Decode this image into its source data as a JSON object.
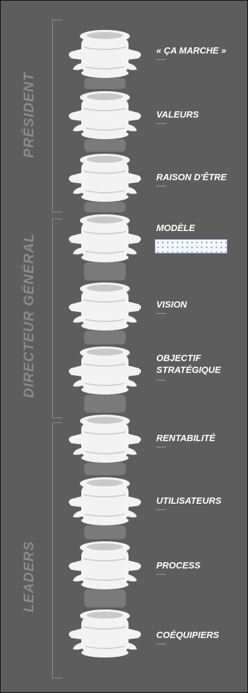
{
  "groups": [
    {
      "label": "PRÉSIDENT"
    },
    {
      "label": "DIRECTEUR GÉNÉRAL"
    },
    {
      "label": "LEADERS"
    }
  ],
  "vertebrae": [
    {
      "label": "« ÇA MARCHE »"
    },
    {
      "label": "VALEURS"
    },
    {
      "label": "RAISON D'ÊTRE"
    },
    {
      "label": "MODÈLE",
      "redacted": true
    },
    {
      "label": "VISION"
    },
    {
      "label": "OBJECTIF\nSTRATÉGIQUE"
    },
    {
      "label": "RENTABILITÉ"
    },
    {
      "label": "UTILISATEURS"
    },
    {
      "label": "PROCESS"
    },
    {
      "label": "COÉQUIPIERS"
    }
  ],
  "colors": {
    "background": "#5d5d5d",
    "bone": "#f3f3f3",
    "bone_shadow": "#c9c9c9",
    "bracket": "#8e8e8e",
    "label": "#ffffff",
    "group_label": "#8a8a8a"
  }
}
